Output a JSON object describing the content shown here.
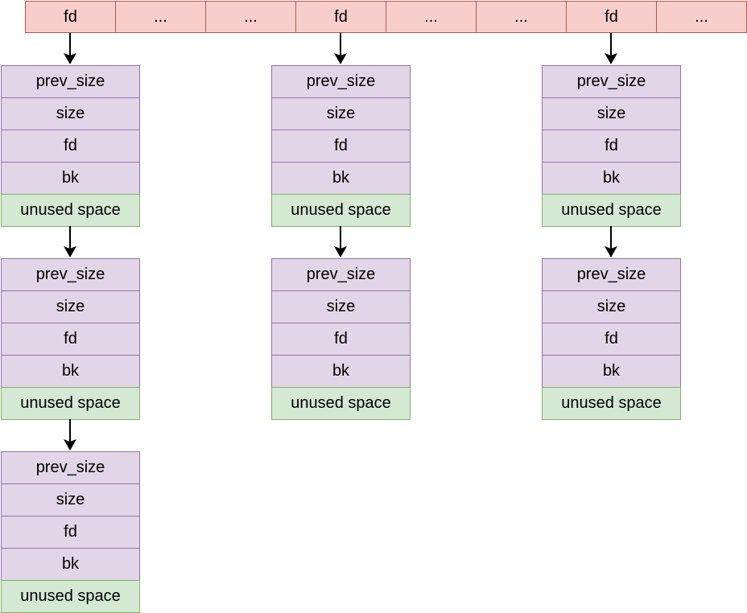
{
  "bins": [
    "fd",
    "...",
    "...",
    "fd",
    "...",
    "...",
    "fd",
    "..."
  ],
  "chunk_fields": {
    "prev_size": "prev_size",
    "size": "size",
    "fd": "fd",
    "bk": "bk",
    "unused": "unused space"
  },
  "columns": [
    {
      "bin_index": 0,
      "chunk_count": 3
    },
    {
      "bin_index": 3,
      "chunk_count": 2
    },
    {
      "bin_index": 6,
      "chunk_count": 2
    }
  ],
  "colors": {
    "bin_fill": "#f8cecc",
    "bin_stroke": "#b85450",
    "meta_fill": "#e1d5e7",
    "meta_stroke": "#9673a6",
    "free_fill": "#d5e8d4",
    "free_stroke": "#82b366",
    "arrow": "#000000"
  }
}
